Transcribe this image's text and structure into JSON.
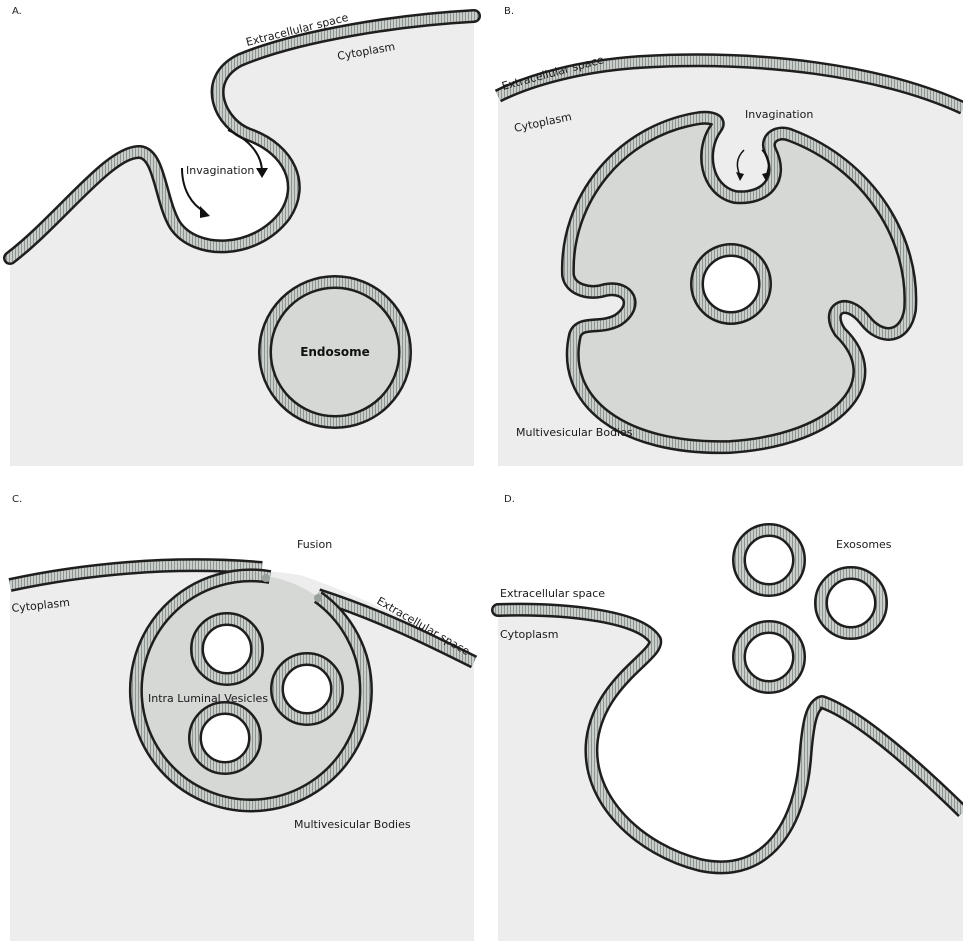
{
  "panels": {
    "a": {
      "letter": "A.",
      "extracellular": "Extracellular space",
      "cytoplasm": "Cytoplasm",
      "invagination": "Invagination",
      "endosome": "Endosome"
    },
    "b": {
      "letter": "B.",
      "extracellular": "Extracellular space",
      "cytoplasm": "Cytoplasm",
      "invagination": "Invagination",
      "mvb": "Multivesicular Bodies"
    },
    "c": {
      "letter": "C.",
      "fusion": "Fusion",
      "cytoplasm": "Cytoplasm",
      "extracellular": "Extracellular space",
      "ilv": "Intra Luminal Vesicles",
      "mvb": "Multivesicular Bodies"
    },
    "d": {
      "letter": "D.",
      "extracellular": "Extracellular space",
      "cytoplasm": "Cytoplasm",
      "exosomes": "Exosomes"
    }
  },
  "colors": {
    "membrane_edge": "#1e1e1e",
    "membrane_fill": "#c9ceca",
    "cytoplasm_bg": "#ecedec",
    "lumen": "#d6d8d6",
    "outside": "#ffffff"
  }
}
